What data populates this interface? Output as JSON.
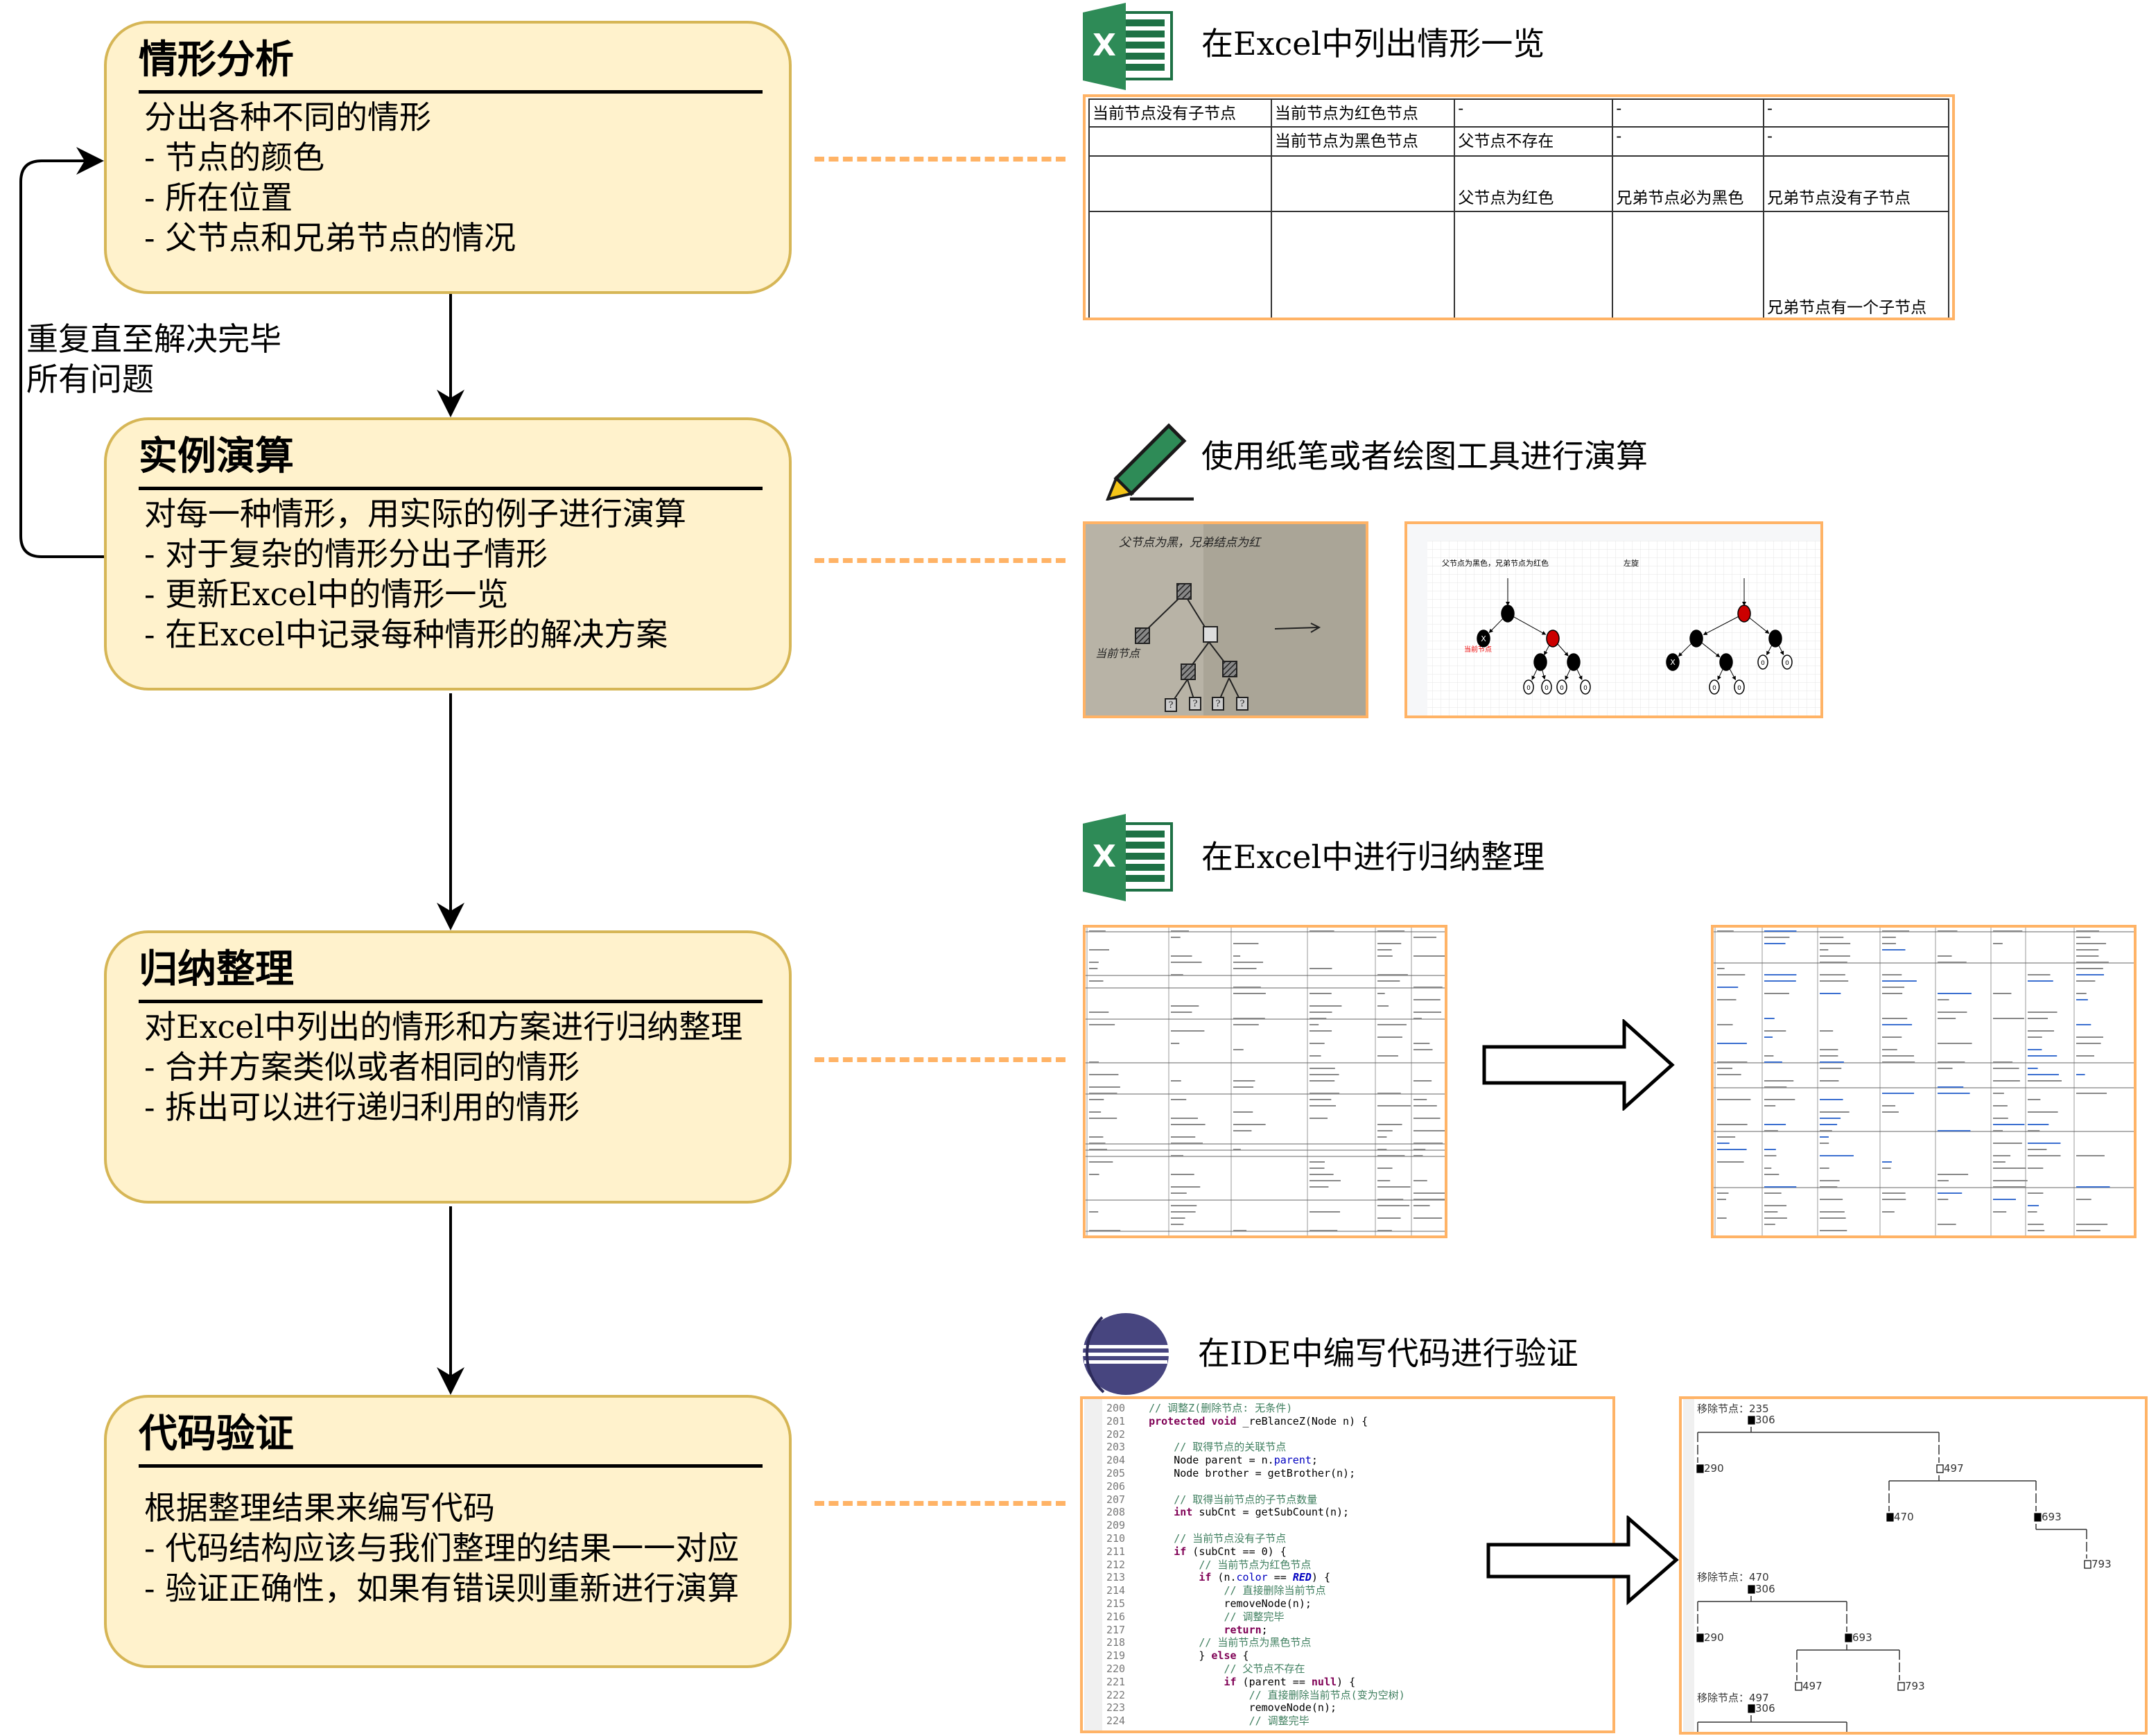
{
  "colors": {
    "box_fill": "#fff2cc",
    "box_border": "#d6b656",
    "connector": "#ffb366",
    "excel_green": "#1e7145",
    "eclipse_blue": "#47457f",
    "rb_red": "#cc0000"
  },
  "steps": [
    {
      "title": "情形分析",
      "lines": [
        "分出各种不同的情形",
        "- 节点的颜色",
        "- 所在位置",
        "- 父节点和兄弟节点的情况"
      ]
    },
    {
      "title": "实例演算",
      "lines": [
        "对每一种情形，用实际的例子进行演算",
        "- 对于复杂的情形分出子情形",
        "- 更新Excel中的情形一览",
        "- 在Excel中记录每种情形的解决方案"
      ]
    },
    {
      "title": "归纳整理",
      "lines": [
        "对Excel中列出的情形和方案进行归纳整理",
        "- 合并方案类似或者相同的情形",
        "- 拆出可以进行递归利用的情形"
      ]
    },
    {
      "title": "代码验证",
      "lines": [
        "根据整理结果来编写代码",
        "- 代码结构应该与我们整理的结果一一对应",
        "- 验证正确性，如果有错误则重新进行演算"
      ]
    }
  ],
  "loop_label": [
    "重复直至解决完毕",
    "所有问题"
  ],
  "panels": {
    "list": {
      "heading": "在Excel中列出情形一览",
      "icon": "excel-icon",
      "table": [
        [
          "当前节点没有子节点",
          "当前节点为红色节点",
          "-",
          "-",
          "-"
        ],
        [
          "",
          "当前节点为黑色节点",
          "父节点不存在",
          "-",
          "-"
        ],
        [
          "",
          "",
          "父节点为红色",
          "兄弟节点必为黑色",
          "兄弟节点没有子节点"
        ],
        [
          "",
          "",
          "",
          "",
          "兄弟节点有一个子节点"
        ]
      ]
    },
    "calc": {
      "heading": "使用纸笔或者绘图工具进行演算",
      "icon": "pencil-icon",
      "sketch_title": "父节点为黑，兄弟结点为红",
      "sketch_label": "当前节点",
      "sketch_unknown": "?",
      "diagram_title": "父节点为黑色，兄弟节点为红色",
      "diagram_rotate": "左旋",
      "diagram_current": "当前节点",
      "nil": "0",
      "x": "X"
    },
    "organize": {
      "heading": "在Excel中进行归纳整理",
      "icon": "excel-icon"
    },
    "code": {
      "heading": "在IDE中编写代码进行验证",
      "icon": "eclipse-icon",
      "lines": [
        {
          "n": "200",
          "t": "// 调整Z(删除节点: 无条件)"
        },
        {
          "n": "201",
          "t": "protected void _reBlanceZ(Node n) {"
        },
        {
          "n": "202",
          "t": ""
        },
        {
          "n": "203",
          "t": "    // 取得节点的关联节点"
        },
        {
          "n": "204",
          "t": "    Node parent = n.parent;"
        },
        {
          "n": "205",
          "t": "    Node brother = getBrother(n);"
        },
        {
          "n": "206",
          "t": ""
        },
        {
          "n": "207",
          "t": "    // 取得当前节点的子节点数量"
        },
        {
          "n": "208",
          "t": "    int subCnt = getSubCount(n);"
        },
        {
          "n": "209",
          "t": ""
        },
        {
          "n": "210",
          "t": "    // 当前节点没有子节点"
        },
        {
          "n": "211",
          "t": "    if (subCnt == 0) {"
        },
        {
          "n": "212",
          "t": "        // 当前节点为红色节点"
        },
        {
          "n": "213",
          "t": "        if (n.color == RED) {"
        },
        {
          "n": "214",
          "t": "            // 直接删除当前节点"
        },
        {
          "n": "215",
          "t": "            removeNode(n);"
        },
        {
          "n": "216",
          "t": "            // 调整完毕"
        },
        {
          "n": "217",
          "t": "            return;"
        },
        {
          "n": "218",
          "t": "        // 当前节点为黑色节点"
        },
        {
          "n": "219",
          "t": "        } else {"
        },
        {
          "n": "220",
          "t": "            // 父节点不存在"
        },
        {
          "n": "221",
          "t": "            if (parent == null) {"
        },
        {
          "n": "222",
          "t": "                // 直接删除当前节点(变为空树)"
        },
        {
          "n": "223",
          "t": "                removeNode(n);"
        },
        {
          "n": "224",
          "t": "                // 调整完毕"
        }
      ],
      "trees": [
        {
          "label": "移除节点：235",
          "nodes": [
            "306",
            "290",
            "497",
            "470",
            "693",
            "793"
          ]
        },
        {
          "label": "移除节点：470",
          "nodes": [
            "306",
            "290",
            "693",
            "497",
            "793"
          ]
        },
        {
          "label": "移除节点：497",
          "nodes": [
            "306"
          ]
        }
      ]
    }
  }
}
